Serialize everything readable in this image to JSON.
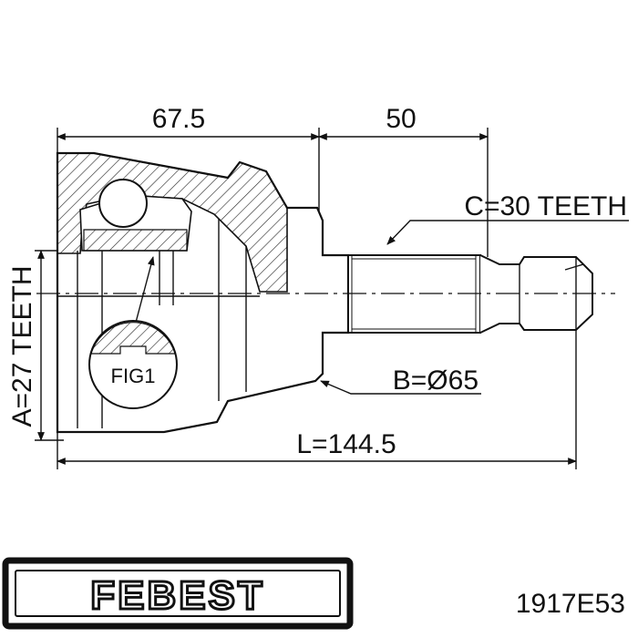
{
  "dimensions": {
    "dim_top_left": "67.5",
    "dim_top_right": "50",
    "spline_outer": "C=30 TEETH",
    "diameter": "B=Ø65",
    "length": "L=144.5",
    "spline_inner": "A=27 TEETH"
  },
  "detail_label": "FIG1",
  "brand": {
    "name": "FEBEST"
  },
  "part_number": "1917E53"
}
